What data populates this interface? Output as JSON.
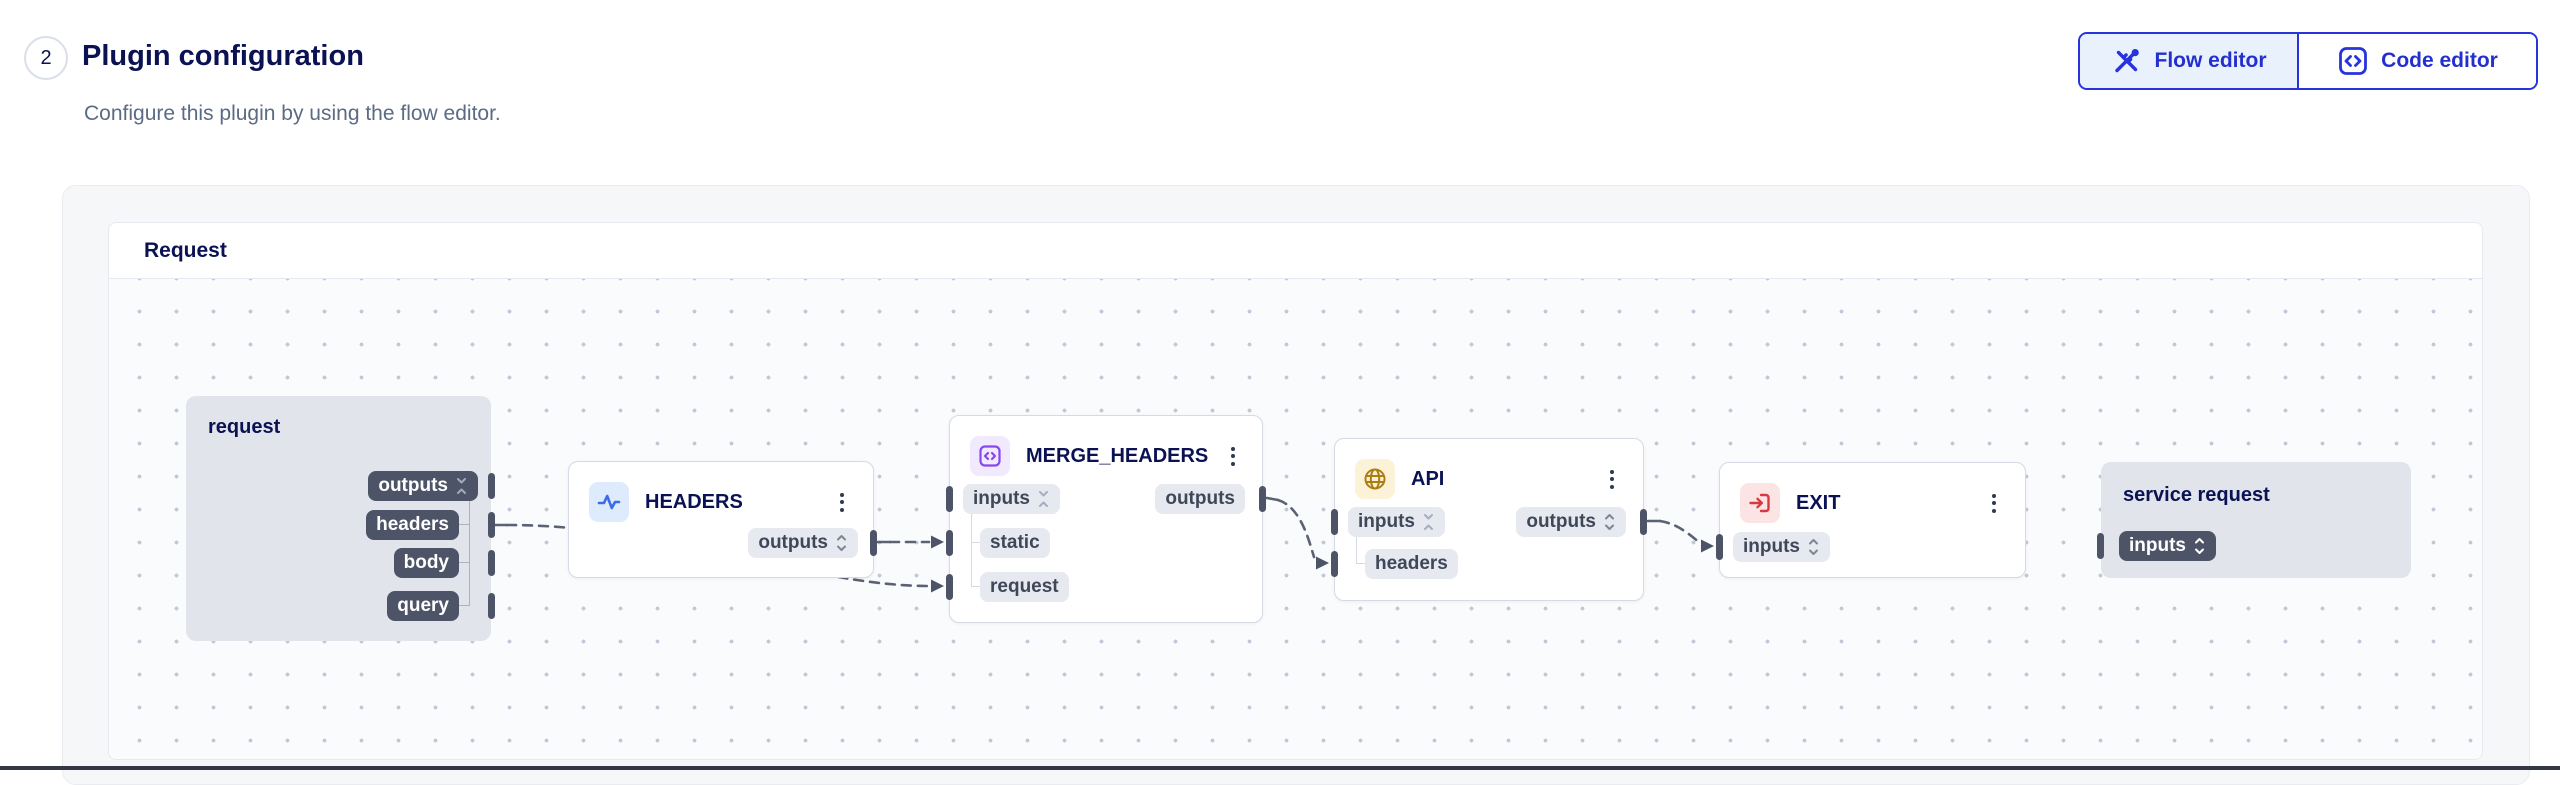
{
  "header": {
    "step_number": "2",
    "title": "Plugin configuration",
    "subtitle": "Configure this plugin by using the flow editor."
  },
  "editor_toggle": {
    "flow_label": "Flow editor",
    "code_label": "Code editor"
  },
  "flow": {
    "section_title": "Request"
  },
  "nodes": {
    "request": {
      "title": "request",
      "outputs": "outputs",
      "headers": "headers",
      "body": "body",
      "query": "query"
    },
    "headers_node": {
      "title": "HEADERS",
      "outputs": "outputs"
    },
    "merge_headers": {
      "title": "MERGE_HEADERS",
      "inputs": "inputs",
      "static": "static",
      "request": "request",
      "outputs": "outputs"
    },
    "api": {
      "title": "API",
      "inputs": "inputs",
      "headers": "headers",
      "outputs": "outputs"
    },
    "exit": {
      "title": "EXIT",
      "inputs": "inputs"
    },
    "service_request": {
      "title": "service request",
      "inputs": "inputs"
    }
  },
  "colors": {
    "accent_blue": "#2733DB",
    "badge_dark": "#4E5468",
    "heading_navy": "#0A1253",
    "node_gray": "#E2E4EB",
    "wire_gray": "#5A6274"
  }
}
